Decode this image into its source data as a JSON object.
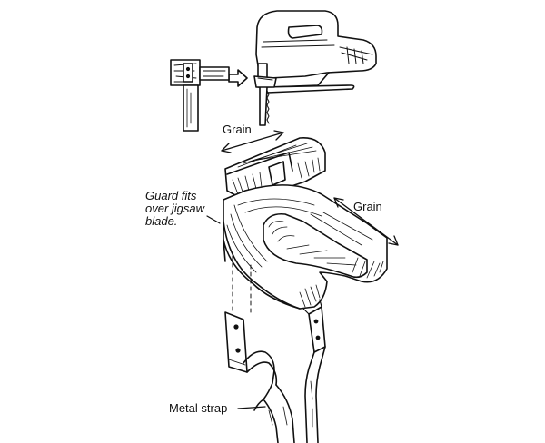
{
  "labels": {
    "grain_top": "Grain",
    "grain_right": "Grain",
    "guard_line1": "Guard fits",
    "guard_line2": "over jigsaw",
    "guard_line3": "blade.",
    "metal_strap": "Metal strap"
  },
  "colors": {
    "ink": "#111111",
    "paper": "#ffffff"
  },
  "icons": {
    "direction_arrow": "right-arrow-icon"
  }
}
